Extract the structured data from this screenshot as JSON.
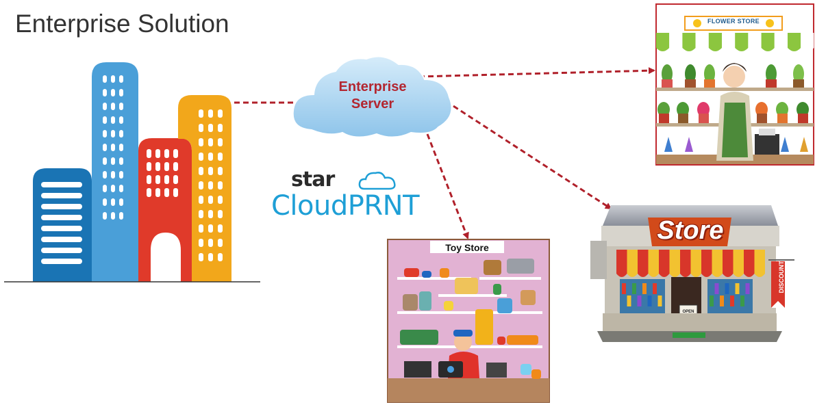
{
  "title": "Enterprise Solution",
  "server": {
    "line1": "Enterprise",
    "line2": "Server"
  },
  "logo": {
    "brand": "star",
    "product": "CloudPRNT"
  },
  "stores": {
    "flower": {
      "sign": "FLOWER STORE"
    },
    "toy": {
      "sign": "Toy Store"
    },
    "retail": {
      "sign": "Store",
      "banner": "DISCOUNT",
      "door_sign": "OPEN"
    }
  },
  "colors": {
    "arrow": "#b0202a",
    "server_text": "#b32630",
    "cloud": "#a9d4ef",
    "building_blue_dark": "#1a74b4",
    "building_blue_light": "#4a9fd8",
    "building_red": "#e03a2a",
    "building_yellow": "#f2a71b",
    "toy_wall": "#e2b2d3",
    "awning_red": "#d8362a"
  },
  "connections": [
    {
      "from": "enterprise-buildings",
      "to": "enterprise-server"
    },
    {
      "from": "enterprise-server",
      "to": "flower-store"
    },
    {
      "from": "enterprise-server",
      "to": "toy-store"
    },
    {
      "from": "enterprise-server",
      "to": "retail-store"
    }
  ]
}
